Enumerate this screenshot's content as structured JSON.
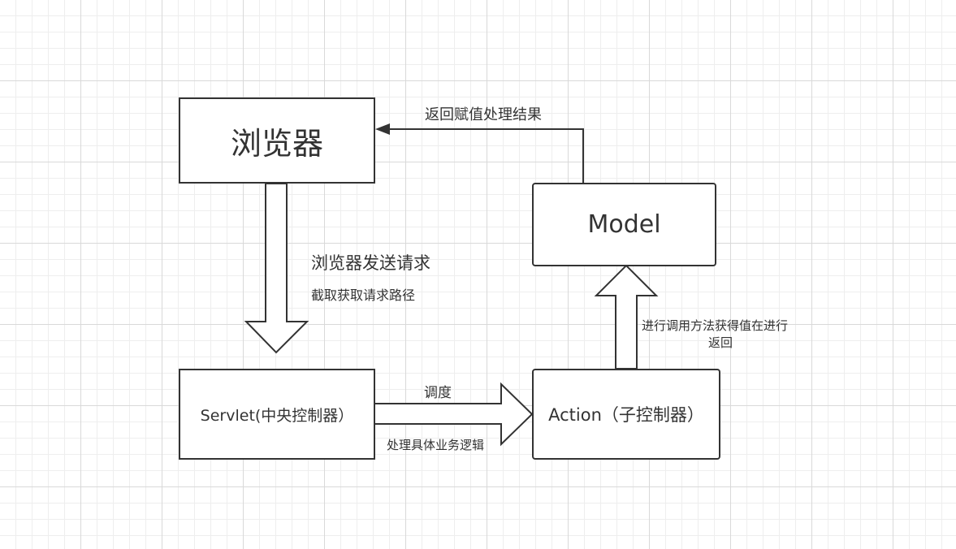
{
  "nodes": {
    "browser": {
      "label": "浏览器"
    },
    "model": {
      "label": "Model"
    },
    "servlet": {
      "label": "Servlet(中央控制器）"
    },
    "action": {
      "label": "Action（子控制器）"
    }
  },
  "edges": {
    "browser_to_servlet": {
      "label_main": "浏览器发送请求",
      "label_sub": "截取获取请求路径"
    },
    "servlet_to_action": {
      "label_top": "调度",
      "label_bottom": "处理具体业务逻辑"
    },
    "action_to_model": {
      "label_line1": "进行调用方法获得值在进行",
      "label_line2": "返回"
    },
    "model_to_browser": {
      "label": "返回赋值处理结果"
    }
  },
  "colors": {
    "stroke": "#333333",
    "grid_major": "#d9d9d9",
    "grid_minor": "#eeeeee",
    "background": "#ffffff"
  }
}
